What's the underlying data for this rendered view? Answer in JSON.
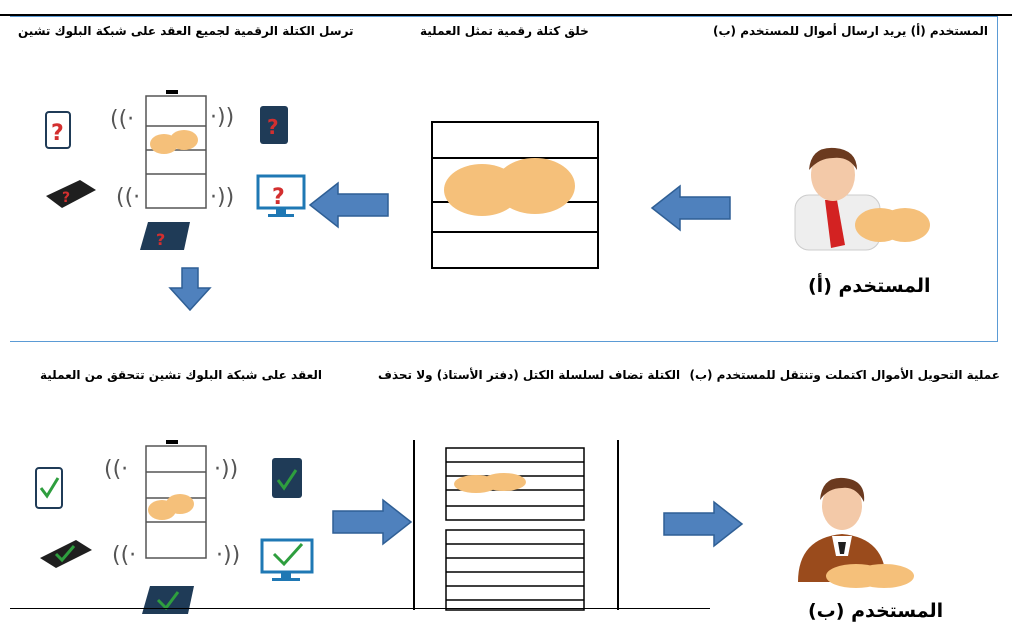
{
  "top_row": {
    "caption_right": "المستخدم (أ) يريد ارسال أموال للمستخدم (ب)",
    "caption_middle": "خلق كتلة رقمية تمثل العملية",
    "caption_left": "ترسل الكتلة الرقمية لجميع العقد على شبكة البلوك تشين",
    "user_label": "المستخدم (أ)"
  },
  "bottom_row": {
    "caption_right": "عملية التحويل الأموال اكتملت وتنتقل للمستخدم (ب)",
    "caption_middle": "الكتلة تضاف لسلسلة الكتل (دفتر الأستاذ) ولا تحذف",
    "caption_left": "العقد على شبكة البلوك تشين تتحقق من العملية",
    "user_label": "المستخدم (ب)"
  },
  "colors": {
    "arrow": "#4f81bd",
    "coin": "#f5c07a",
    "check": "#2e9e3e",
    "question": "#d32f2f",
    "device": "#1f3b57"
  }
}
